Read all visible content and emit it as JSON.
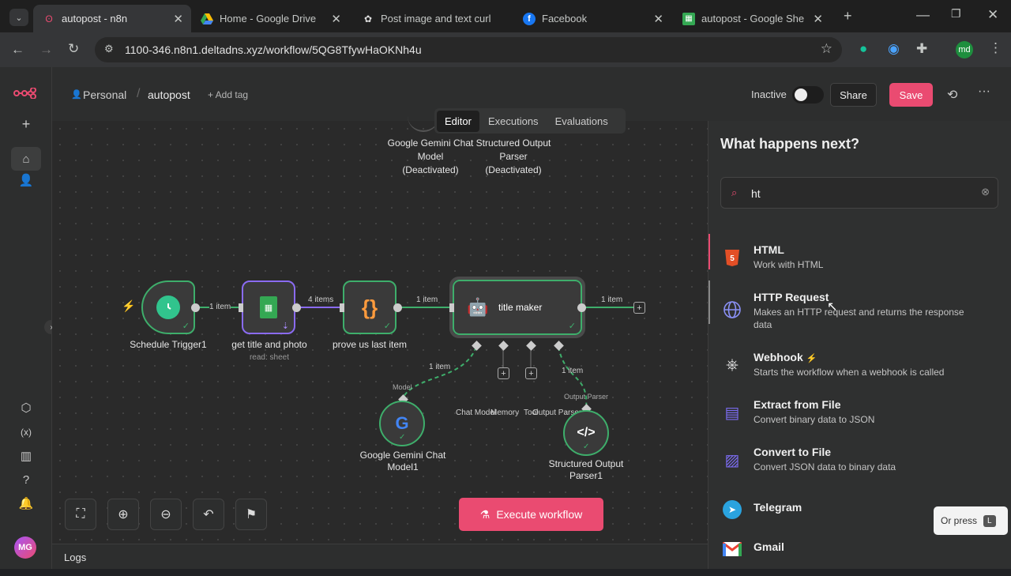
{
  "browser": {
    "tabs": [
      {
        "title": "autopost - n8n"
      },
      {
        "title": "Home - Google Drive"
      },
      {
        "title": "Post image and text curl"
      },
      {
        "title": "Facebook"
      },
      {
        "title": "autopost - Google Sheets"
      }
    ],
    "url": "1100-346.n8n1.deltadns.xyz/workflow/5QG8TfywHaOKNh4u",
    "profile_initials": "md"
  },
  "header": {
    "project": "Personal",
    "workflow_name": "autopost",
    "add_tag": "+ Add tag",
    "status_label": "Inactive",
    "share_label": "Share",
    "save_label": "Save",
    "tabs": [
      "Editor",
      "Executions",
      "Evaluations"
    ]
  },
  "canvas": {
    "deactivated_nodes": [
      {
        "label": "Google Gemini Chat Model",
        "status": "(Deactivated)"
      },
      {
        "label": "Structured Output Parser",
        "status": "(Deactivated)"
      }
    ],
    "nodes": {
      "trigger": {
        "label": "Schedule Trigger1"
      },
      "sheet": {
        "label": "get title and photo",
        "sub": "read: sheet"
      },
      "code": {
        "label": "prove us last item"
      },
      "agent": {
        "label": "title maker"
      },
      "gemini": {
        "label": "Google Gemini Chat Model1"
      },
      "parser": {
        "label": "Structured Output Parser1"
      }
    },
    "edges": {
      "e1": "1 item",
      "e2": "4 items",
      "e3": "1 item",
      "e4": "1 item",
      "model": "1 item",
      "parser": "1 item"
    },
    "ports": {
      "chat_model": "Chat Model",
      "memory": "Memory",
      "tool": "Tool",
      "output_parser": "Output Parser",
      "model_in": "Model",
      "output_parser_in": "Output Parser"
    },
    "execute_label": "Execute workflow",
    "logs_label": "Logs"
  },
  "panel": {
    "title": "What happens next?",
    "search_value": "ht",
    "items": [
      {
        "title": "HTML",
        "desc": "Work with HTML"
      },
      {
        "title": "HTTP Request",
        "desc": "Makes an HTTP request and returns the response data"
      },
      {
        "title": "Webhook",
        "desc": "Starts the workflow when a webhook is called"
      },
      {
        "title": "Extract from File",
        "desc": "Convert binary data to JSON"
      },
      {
        "title": "Convert to File",
        "desc": "Convert JSON data to binary data"
      },
      {
        "title": "Telegram",
        "desc": ""
      },
      {
        "title": "Gmail",
        "desc": ""
      }
    ],
    "or_press": "Or press",
    "key": "L"
  },
  "user_initials": "MG",
  "colors": {
    "accent": "#ff6d5a",
    "success": "#3eae6b",
    "brand": "#ea4b71"
  }
}
